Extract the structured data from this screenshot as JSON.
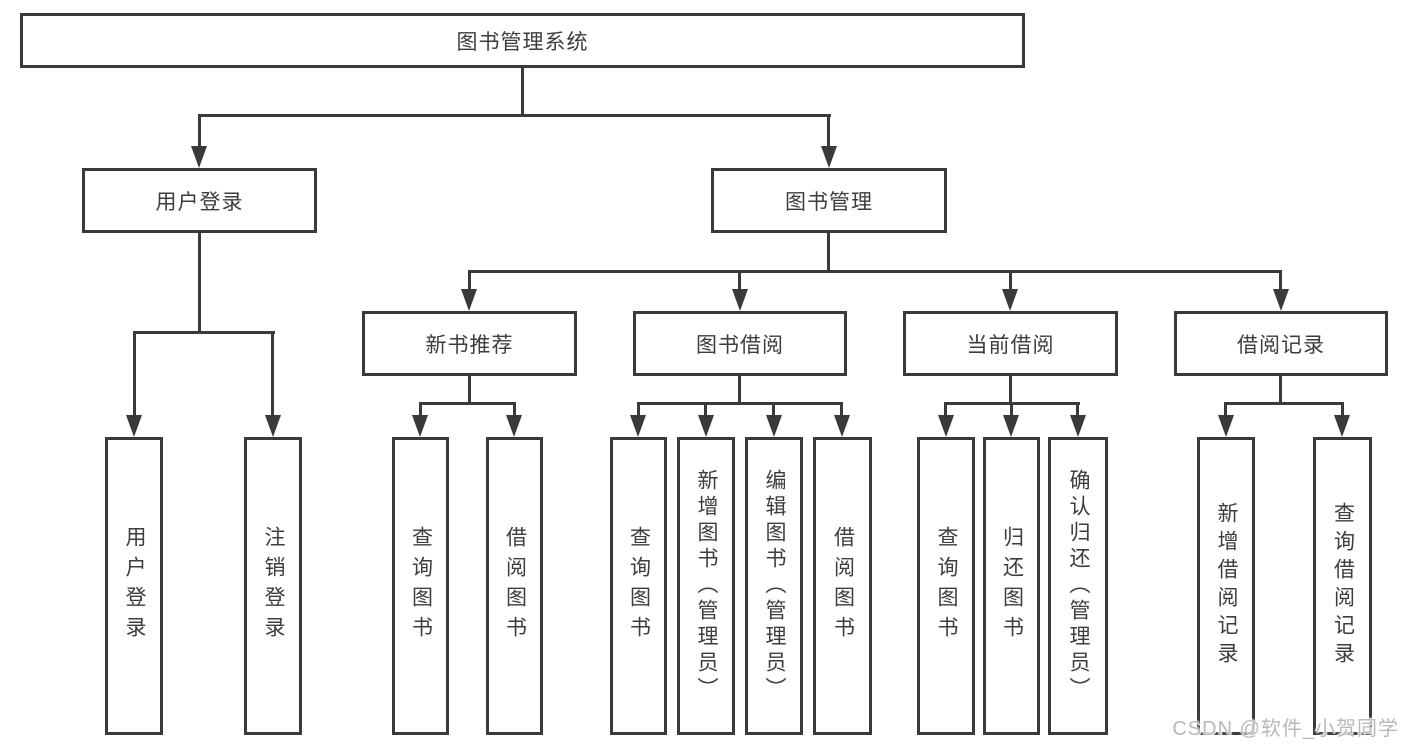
{
  "boxes": {
    "root": {
      "label": "图书管理系统"
    },
    "user_login": {
      "label": "用户登录"
    },
    "book_mgmt": {
      "label": "图书管理"
    },
    "new_book_rec": {
      "label": "新书推荐"
    },
    "book_borrow": {
      "label": "图书借阅"
    },
    "current_borrow": {
      "label": "当前借阅"
    },
    "borrow_record": {
      "label": "借阅记录"
    },
    "leaf_user_login": {
      "label": "用户登录"
    },
    "leaf_logout": {
      "label": "注销登录"
    },
    "leaf_query_book_rec": {
      "label": "查询图书"
    },
    "leaf_borrow_book_rec": {
      "label": "借阅图书"
    },
    "leaf_query_book_borrow": {
      "label": "查询图书"
    },
    "leaf_add_book": {
      "label": "新增图书（管理员）"
    },
    "leaf_edit_book": {
      "label": "编辑图书（管理员）"
    },
    "leaf_borrow_book_borrow": {
      "label": "借阅图书"
    },
    "leaf_query_book_current": {
      "label": "查询图书"
    },
    "leaf_return_book": {
      "label": "归还图书"
    },
    "leaf_confirm_return": {
      "label": "确认归还（管理员）"
    },
    "leaf_add_borrow_record": {
      "label": "新增借阅记录"
    },
    "leaf_query_borrow_record": {
      "label": "查询借阅记录"
    }
  },
  "hierarchy": {
    "图书管理系统": {
      "用户登录": [
        "用户登录",
        "注销登录"
      ],
      "图书管理": {
        "新书推荐": [
          "查询图书",
          "借阅图书"
        ],
        "图书借阅": [
          "查询图书",
          "新增图书（管理员）",
          "编辑图书（管理员）",
          "借阅图书"
        ],
        "当前借阅": [
          "查询图书",
          "归还图书",
          "确认归还（管理员）"
        ],
        "借阅记录": [
          "新增借阅记录",
          "查询借阅记录"
        ]
      }
    }
  },
  "watermark": {
    "text": "CSDN @软件_小贺同学"
  },
  "colors": {
    "line": "#3a3a3a",
    "box_border": "#3a3a3a",
    "box_fill": "#ffffff",
    "text": "#3d3d3d",
    "watermark_text": "#b9b9b9",
    "background": "#ffffff"
  }
}
